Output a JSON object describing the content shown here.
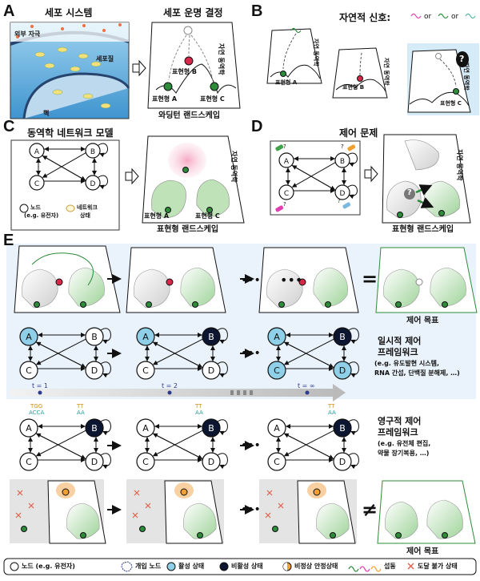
{
  "panels": {
    "a": {
      "letter": "A",
      "cell_title": "세포 시스템",
      "fate_title": "세포 운명 결정",
      "external_stimulus": "외부 자극",
      "cytoplasm": "세포질",
      "nucleus": "핵",
      "phenotype_a": "표현형 A",
      "phenotype_b": "표현형 B",
      "phenotype_c": "표현형 C",
      "natural_dynamics": "자연 동역학",
      "waddington": "와딩턴 랜드스케입"
    },
    "b": {
      "letter": "B",
      "natural_signal": "자연적 신호:",
      "or": "or",
      "natural_dynamics": "자연 동역학",
      "phenotype_a": "표현형 A",
      "phenotype_b": "표현형 B",
      "phenotype_c": "표현형 C",
      "question": "?"
    },
    "c": {
      "letter": "C",
      "title": "동역학 네트워크 모델",
      "node_label": "노드",
      "node_example": "(e.g. 유전자)",
      "network_state": "네트워크",
      "network_state2": "상태",
      "natural_dynamics": "자연 동역학",
      "phenotype_a": "표현형 A",
      "phenotype_c": "표현형 C",
      "landscape": "표현형 랜드스케입"
    },
    "d": {
      "letter": "D",
      "title": "제어 문제",
      "natural_dynamics": "자연 동역학",
      "landscape": "표현형 랜드스케입",
      "question": "?"
    },
    "e": {
      "letter": "E",
      "ellipsis": "•••",
      "equals": "=",
      "not_equals": "≠",
      "goal": "제어 목표",
      "temp_title1": "일시적 제어",
      "temp_title2": "프레임워크",
      "temp_eg1": "(e.g. 유도발현 시스템,",
      "temp_eg2": "RNA 간섭, 단백질 분해제, …)",
      "perm_title1": "영구적 제어",
      "perm_title2": "프레임워크",
      "perm_eg1": "(e.g. 유전체 편집,",
      "perm_eg2": "약물 장기복용, …)",
      "t1": "t = 1",
      "t2": "t = 2",
      "tinf": "t = ∞",
      "tgg": "TGG",
      "acca": "ACCA",
      "tt": "TT",
      "aa": "AA"
    }
  },
  "nodes": {
    "a": "A",
    "b": "B",
    "c": "C",
    "d": "D"
  },
  "legend": {
    "node": "노드 (e.g. 유전자)",
    "intervention": "개입 노드",
    "active": "활성 상태",
    "inactive": "비활성 상태",
    "unstable": "비정상 안정상태",
    "perturbation": "섭동",
    "unreachable": "도달 불가 상태"
  },
  "colors": {
    "active": "#8fd0e8",
    "inactive": "#0d1630",
    "background_e": "#eaf3fb",
    "arrow": "#2d3a8c",
    "green": "#2e8b3a",
    "red": "#d8284a",
    "orange": "#f0a030"
  }
}
